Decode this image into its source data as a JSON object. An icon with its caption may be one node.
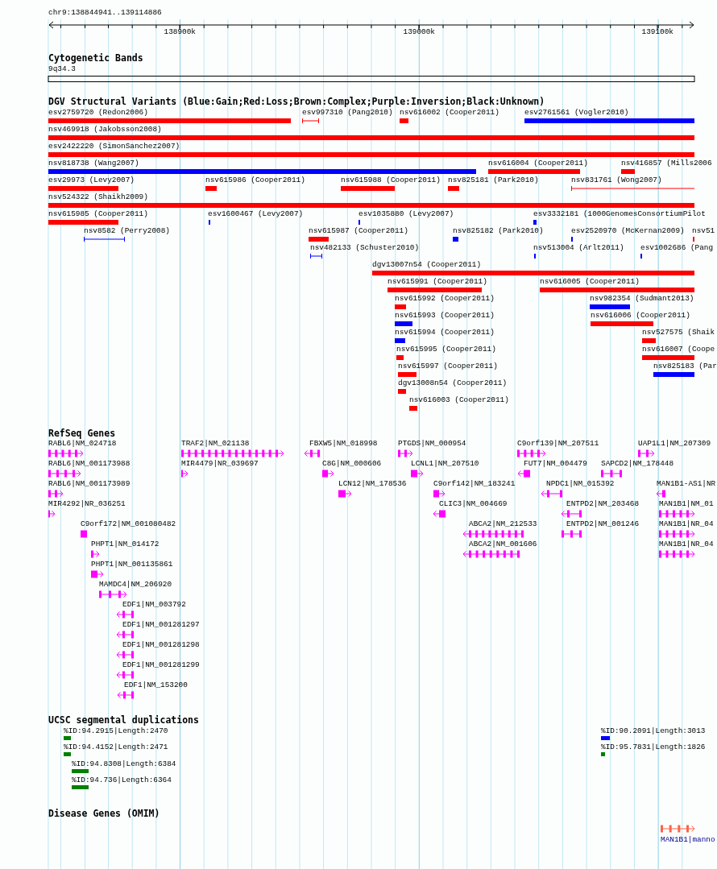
{
  "diagram": {
    "labels": [
      "chr9:138844941..139114886",
      "138900k",
      "139000k",
      "139100k",
      "Cytogenetic Bands",
      "9q34.3",
      "DGV Structural Variants (Blue:Gain;Red:Loss;Brown:Complex;Purple:Inversion;Black:Unknown)",
      "esv2759720 (Redon2006)",
      "esv997310 (Pang2010)",
      "nsv616002 (Cooper2011)",
      "esv2761561 (Vogler2010)",
      "nsv469918 (Jakobsson2008)",
      "esv2422220 (SimonSanchez2007)",
      "nsv818738 (Wang2007)",
      "nsv616004 (Cooper2011)",
      "nsv416857 (Mills2006",
      "esv29973 (Levy2007)",
      "nsv615986 (Cooper2011)",
      "nsv615988 (Cooper2011)",
      "nsv825181 (Park2010)",
      "nsv831761 (Wong2007)",
      "nsv524322 (Shaikh2009)",
      "nsv615985 (Cooper2011)",
      "esv1600467 (Levy2007)",
      "esv1035880 (Levy2007)",
      "esv3332181 (1000GenomesConsortiumPilot",
      "nsv8582 (Perry2008)",
      "nsv615987 (Cooper2011)",
      "nsv825182 (Park2010)",
      "esv2520970 (McKernan2009)",
      "nsv51",
      "nsv482133 (Schuster2010)",
      "nsv513004 (Arlt2011)",
      "esv1002686 (Pang",
      "dgv13007n54 (Cooper2011)",
      "nsv615991 (Cooper2011)",
      "nsv616005 (Cooper2011)",
      "nsv615992 (Cooper2011)",
      "nsv982354 (Sudmant2013)",
      "nsv615993 (Cooper2011)",
      "nsv616006 (Cooper2011)",
      "nsv615994 (Cooper2011)",
      "nsv527575 (Shaik",
      "nsv615995 (Cooper2011)",
      "nsv616007 (Coope",
      "nsv615997 (Cooper2011)",
      "nsv825183 (Par",
      "dgv13008n54 (Cooper2011)",
      "nsv616003 (Cooper2011)",
      "RefSeq Genes",
      "RABL6|NM_024718",
      "TRAF2|NM_021138",
      "FBXW5|NM_018998",
      "PTGDS|NM_000954",
      "C9orf139|NM_207511",
      "UAP1L1|NM_207309",
      "RABL6|NM_001173988",
      "MIR4479|NR_039697",
      "C8G|NM_000606",
      "LCNL1|NM_207510",
      "FUT7|NM_004479",
      "SAPCD2|NM_178448",
      "RABL6|NM_001173989",
      "LCN12|NM_178536",
      "C9orf142|NM_183241",
      "NPDC1|NM_015392",
      "MAN1B1-AS1|NR",
      "MIR4292|NR_036251",
      "CLIC3|NM_004669",
      "ENTPD2|NM_203468",
      "MAN1B1|NM_01",
      "C9orf172|NM_001080482",
      "ABCA2|NM_212533",
      "ENTPD2|NM_001246",
      "MAN1B1|NR_04",
      "PHPT1|NM_014172",
      "ABCA2|NM_001606",
      "MAN1B1|NR_04",
      "PHPT1|NM_001135861",
      "MAMDC4|NM_206920",
      "EDF1|NM_003792",
      "EDF1|NM_001281297",
      "EDF1|NM_001281298",
      "EDF1|NM_001281299",
      "EDF1|NM_153200",
      "UCSC segmental duplications",
      "%ID:94.2915|Length:2470",
      "%ID:90.2091|Length:3013",
      "%ID:94.4152|Length:2471",
      "%ID:95.7831|Length:1826",
      "%ID:94.8308|Length:6384",
      "%ID:94.736|Length:6364",
      "Disease Genes (OMIM)",
      "MAN1B1|manno"
    ]
  }
}
